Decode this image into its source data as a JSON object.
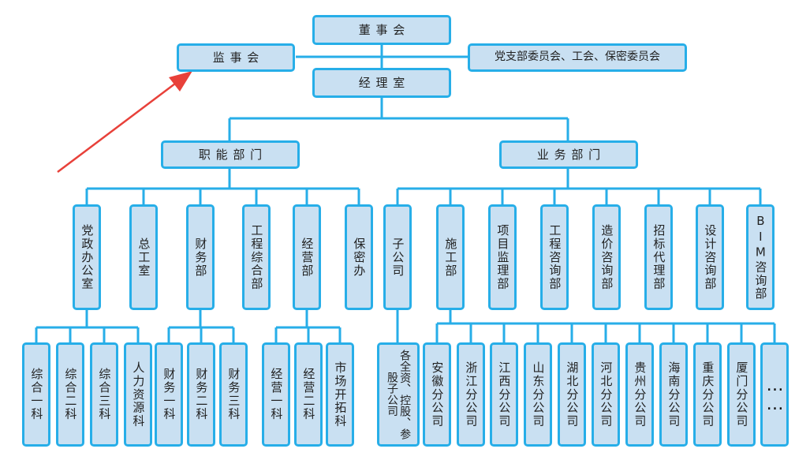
{
  "top": {
    "board": "董事会",
    "supervisory": "监事会",
    "party": "党支部委员会、工会、保密委员会",
    "manager": "经理室"
  },
  "functional": {
    "title": "职能部门",
    "departments": [
      "党政办公室",
      "总工室",
      "财务部",
      "工程综合部",
      "经营部",
      "保密办"
    ],
    "party_office_subs": [
      "综合一科",
      "综合二科",
      "综合三科",
      "人力资源科"
    ],
    "finance_subs": [
      "财务一科",
      "财务二科",
      "财务三科"
    ],
    "business_subs": [
      "经营一科",
      "经营二科",
      "市场开拓科"
    ]
  },
  "business": {
    "title": "业务部门",
    "departments": [
      "子公司",
      "施工部",
      "项目监理部",
      "工程咨询部",
      "造价咨询部",
      "招标代理部",
      "设计咨询部",
      "BIM咨询部"
    ],
    "subsidiaries": [
      "各全资、控股、参股子公司"
    ],
    "branches": [
      "安徽分公司",
      "浙江分公司",
      "江西分公司",
      "山东分公司",
      "湖北分公司",
      "河北分公司",
      "贵州分公司",
      "海南分公司",
      "重庆分公司",
      "厦门分公司",
      "……"
    ]
  },
  "colors": {
    "line": "#27aee8",
    "box_fill": "#c9e0f2",
    "arrow": "#e8413a"
  }
}
